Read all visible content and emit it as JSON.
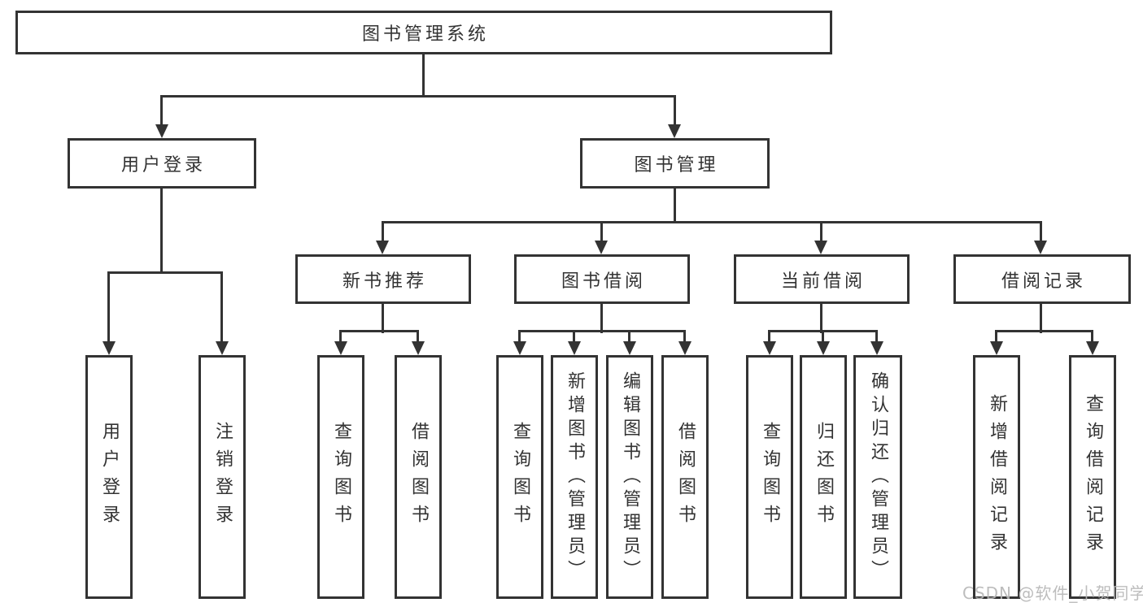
{
  "diagram": {
    "root": {
      "label": "图书管理系统"
    },
    "level2": [
      {
        "label": "用户登录"
      },
      {
        "label": "图书管理"
      }
    ],
    "level3": [
      {
        "label": "新书推荐"
      },
      {
        "label": "图书借阅"
      },
      {
        "label": "当前借阅"
      },
      {
        "label": "借阅记录"
      }
    ],
    "leaves": {
      "login": [
        {
          "label": "用户登录"
        },
        {
          "label": "注销登录"
        }
      ],
      "recommend": [
        {
          "label": "查询图书"
        },
        {
          "label": "借阅图书"
        }
      ],
      "borrow": [
        {
          "label": "查询图书"
        },
        {
          "label": "新增图书（管理员）"
        },
        {
          "label": "编辑图书（管理员）"
        },
        {
          "label": "借阅图书"
        }
      ],
      "current": [
        {
          "label": "查询图书"
        },
        {
          "label": "归还图书"
        },
        {
          "label": "确认归还（管理员）"
        }
      ],
      "records": [
        {
          "label": "新增借阅记录"
        },
        {
          "label": "查询借阅记录"
        }
      ]
    },
    "watermark": "CSDN @软件_小贺同学",
    "colors": {
      "line": "#333333",
      "text": "#333333",
      "watermark": "#b6b6b6",
      "background": "#ffffff"
    }
  }
}
